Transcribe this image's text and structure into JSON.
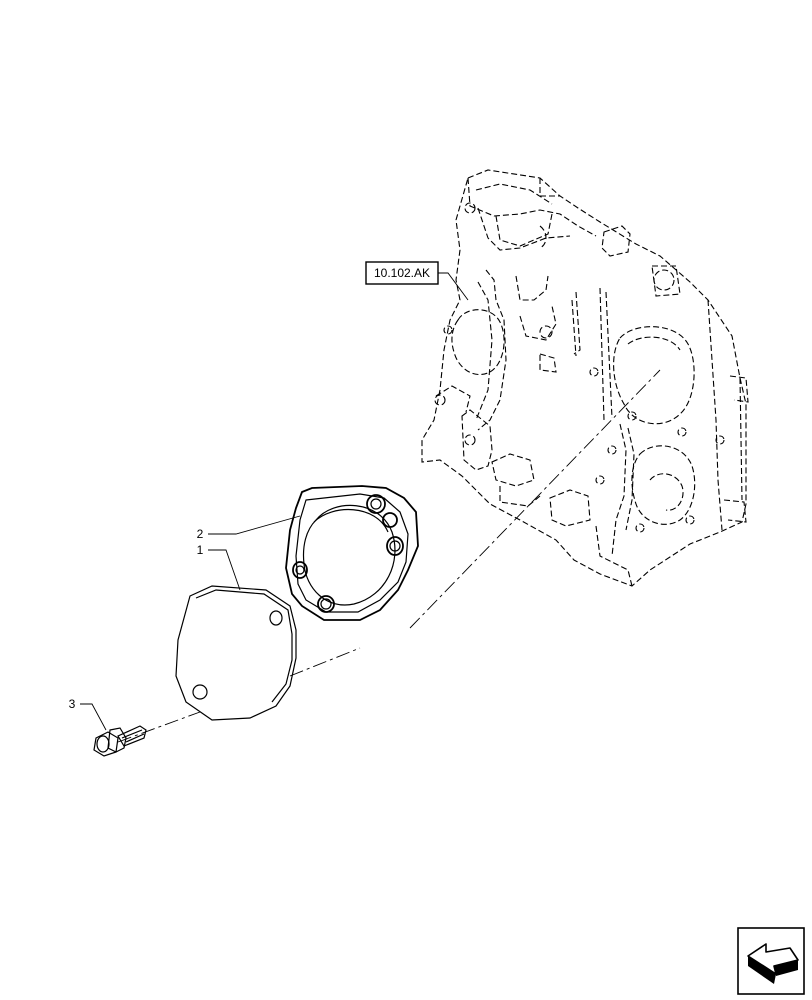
{
  "reference_label": "10.102.AK",
  "callouts": [
    {
      "id": "1",
      "label": "1"
    },
    {
      "id": "2",
      "label": "2"
    },
    {
      "id": "3",
      "label": "3"
    }
  ],
  "nav_icon": "arrow-icon"
}
